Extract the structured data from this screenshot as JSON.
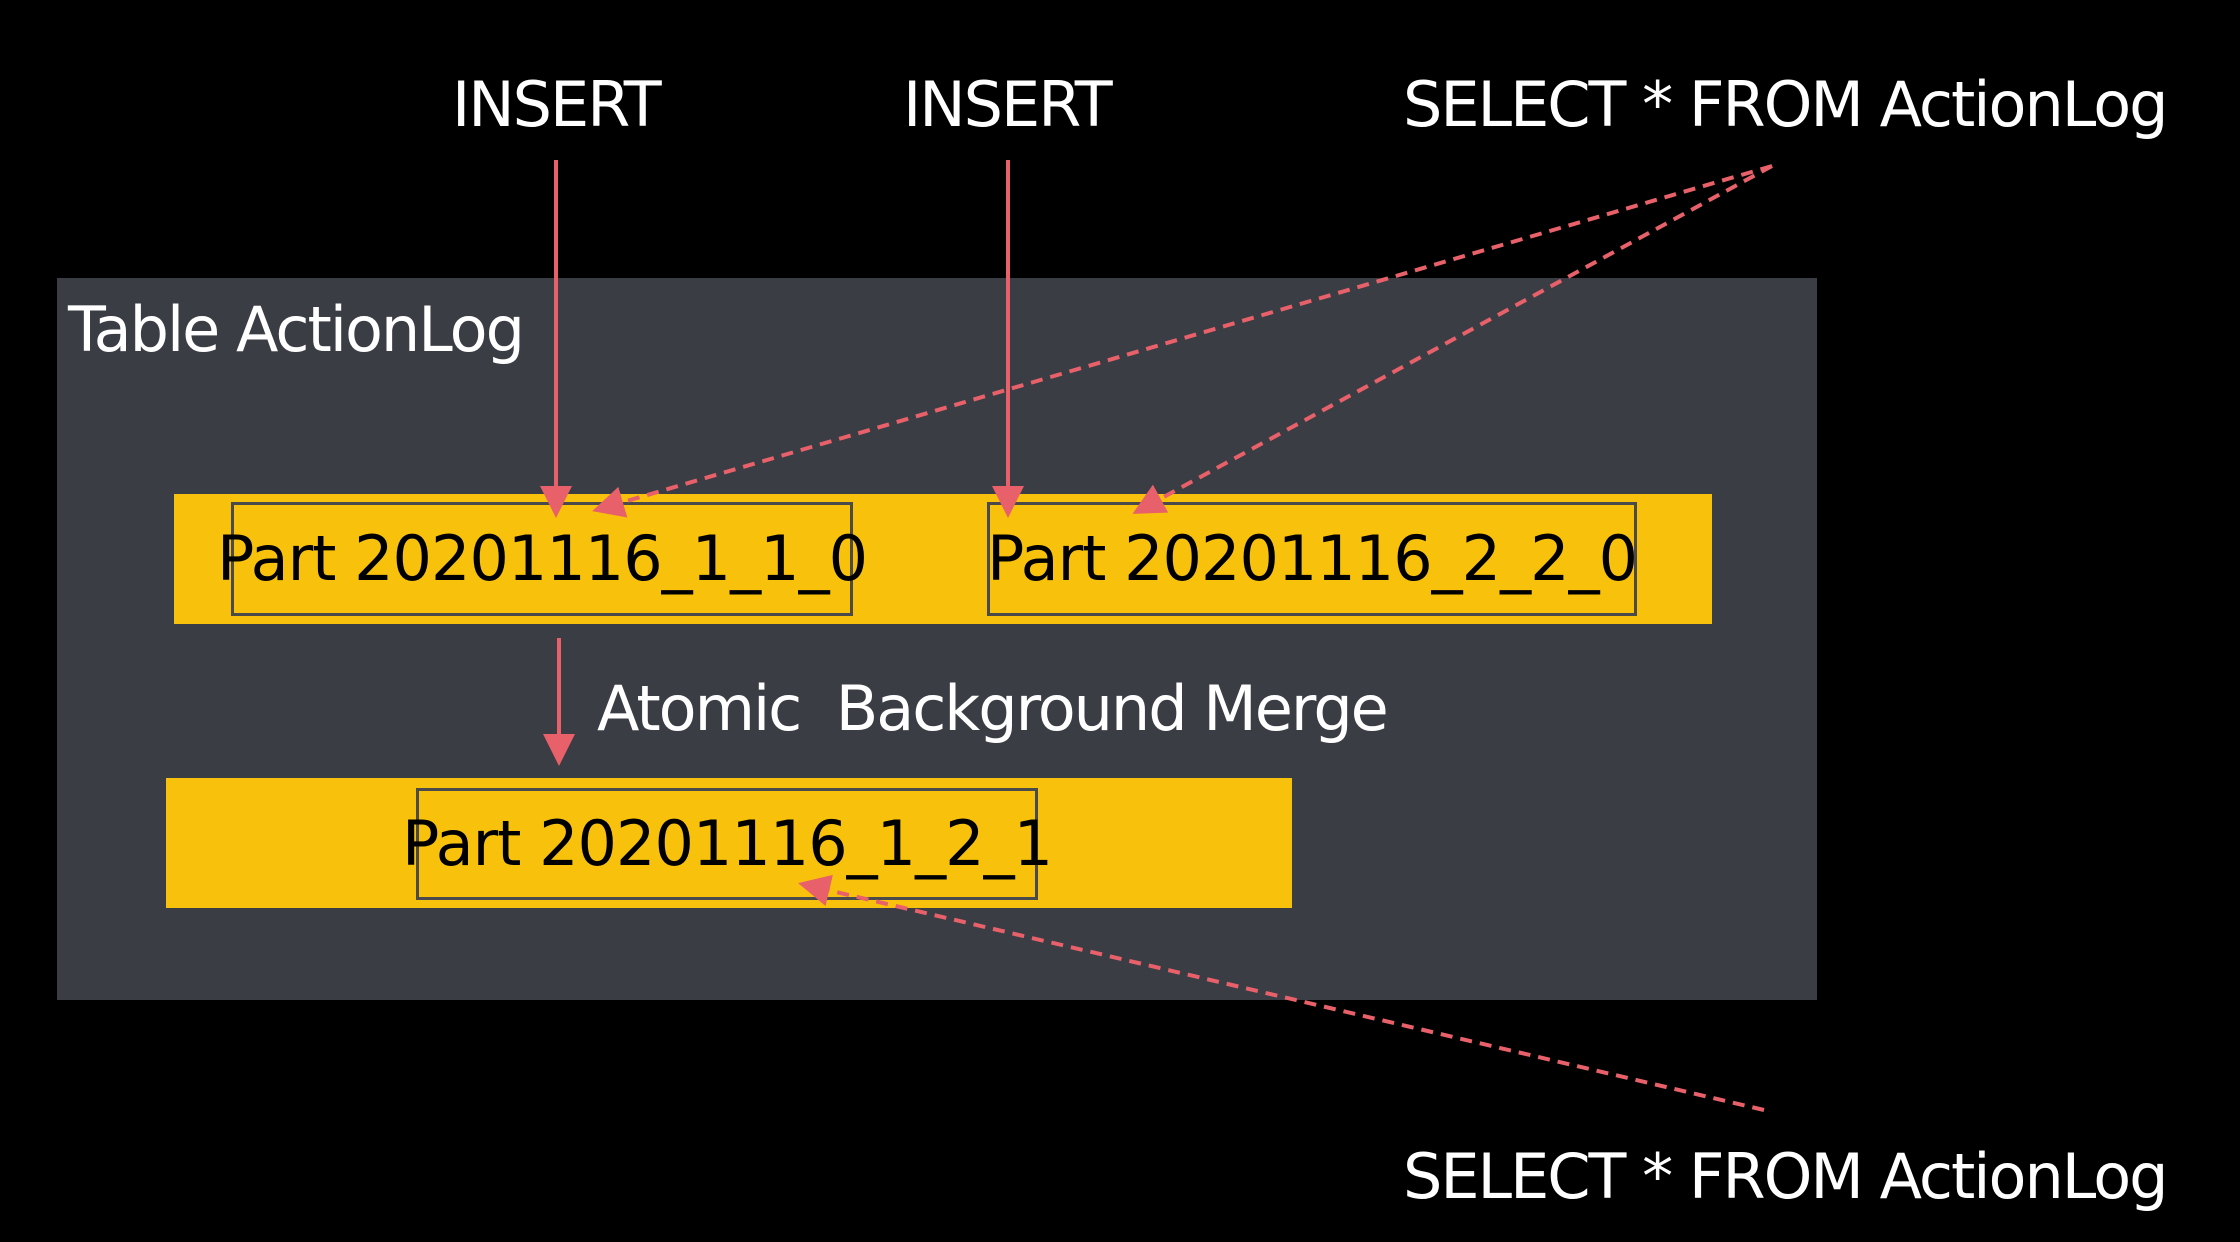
{
  "queries": {
    "insert_1": "INSERT",
    "insert_2": "INSERT",
    "select_top": "SELECT * FROM ActionLog",
    "select_bottom": "SELECT * FROM ActionLog"
  },
  "table": {
    "title": "Table ActionLog",
    "parts_before": [
      "Part 20201116_1_1_0",
      "Part 20201116_2_2_0"
    ],
    "merge_label": "Atomic  Background Merge",
    "part_after": "Part 20201116_1_2_1"
  },
  "colors": {
    "background": "#000000",
    "panel": "#3a3d44",
    "part_strip": "#f8c20c",
    "arrow": "#e8606a",
    "text": "#ffffff"
  }
}
